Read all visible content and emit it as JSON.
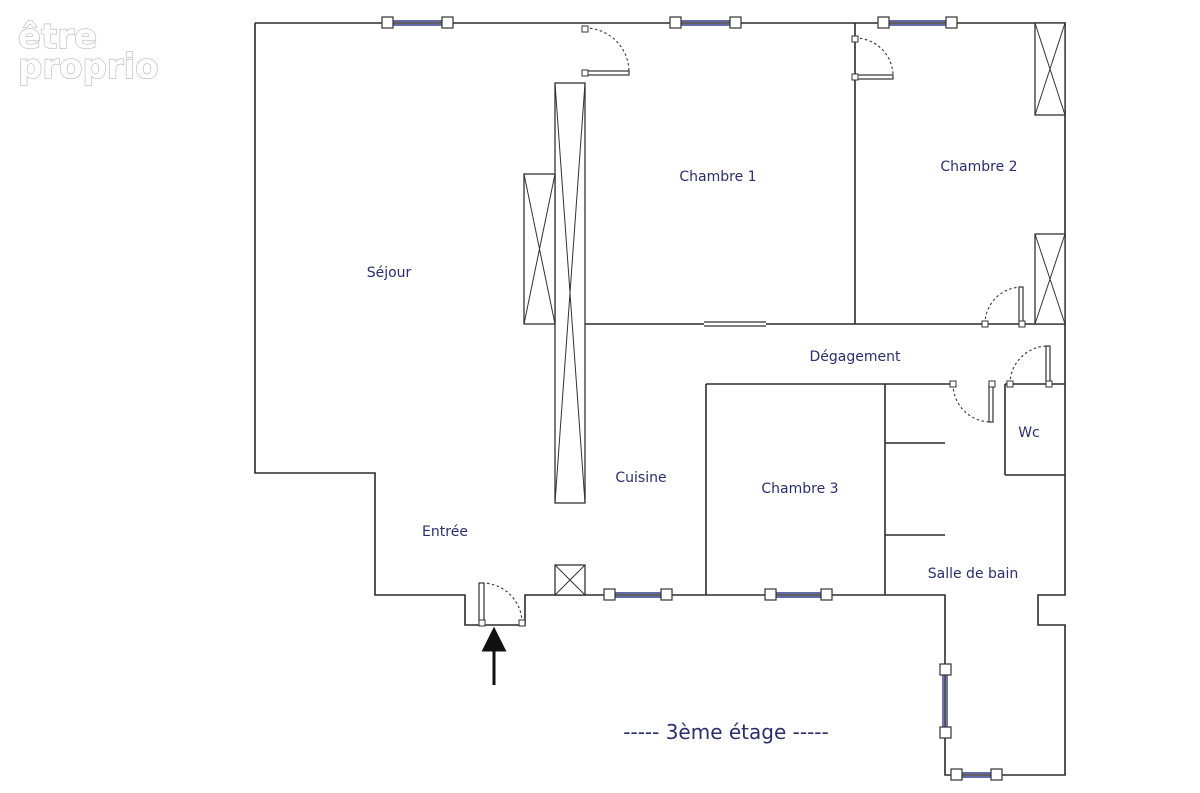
{
  "logo": {
    "line1": "être",
    "line2": "proprio"
  },
  "rooms": {
    "sejour": "Séjour",
    "chambre1": "Chambre 1",
    "chambre2": "Chambre 2",
    "degagement": "Dégagement",
    "wc": "Wc",
    "cuisine": "Cuisine",
    "chambre3": "Chambre 3",
    "entree": "Entrée",
    "salle_de_bain": "Salle de bain"
  },
  "floor_label": "----- 3ème étage -----",
  "colors": {
    "label_text": "#2a2f6b",
    "window_glass": "#2d3a8a",
    "walls": "#2b2b2b"
  }
}
